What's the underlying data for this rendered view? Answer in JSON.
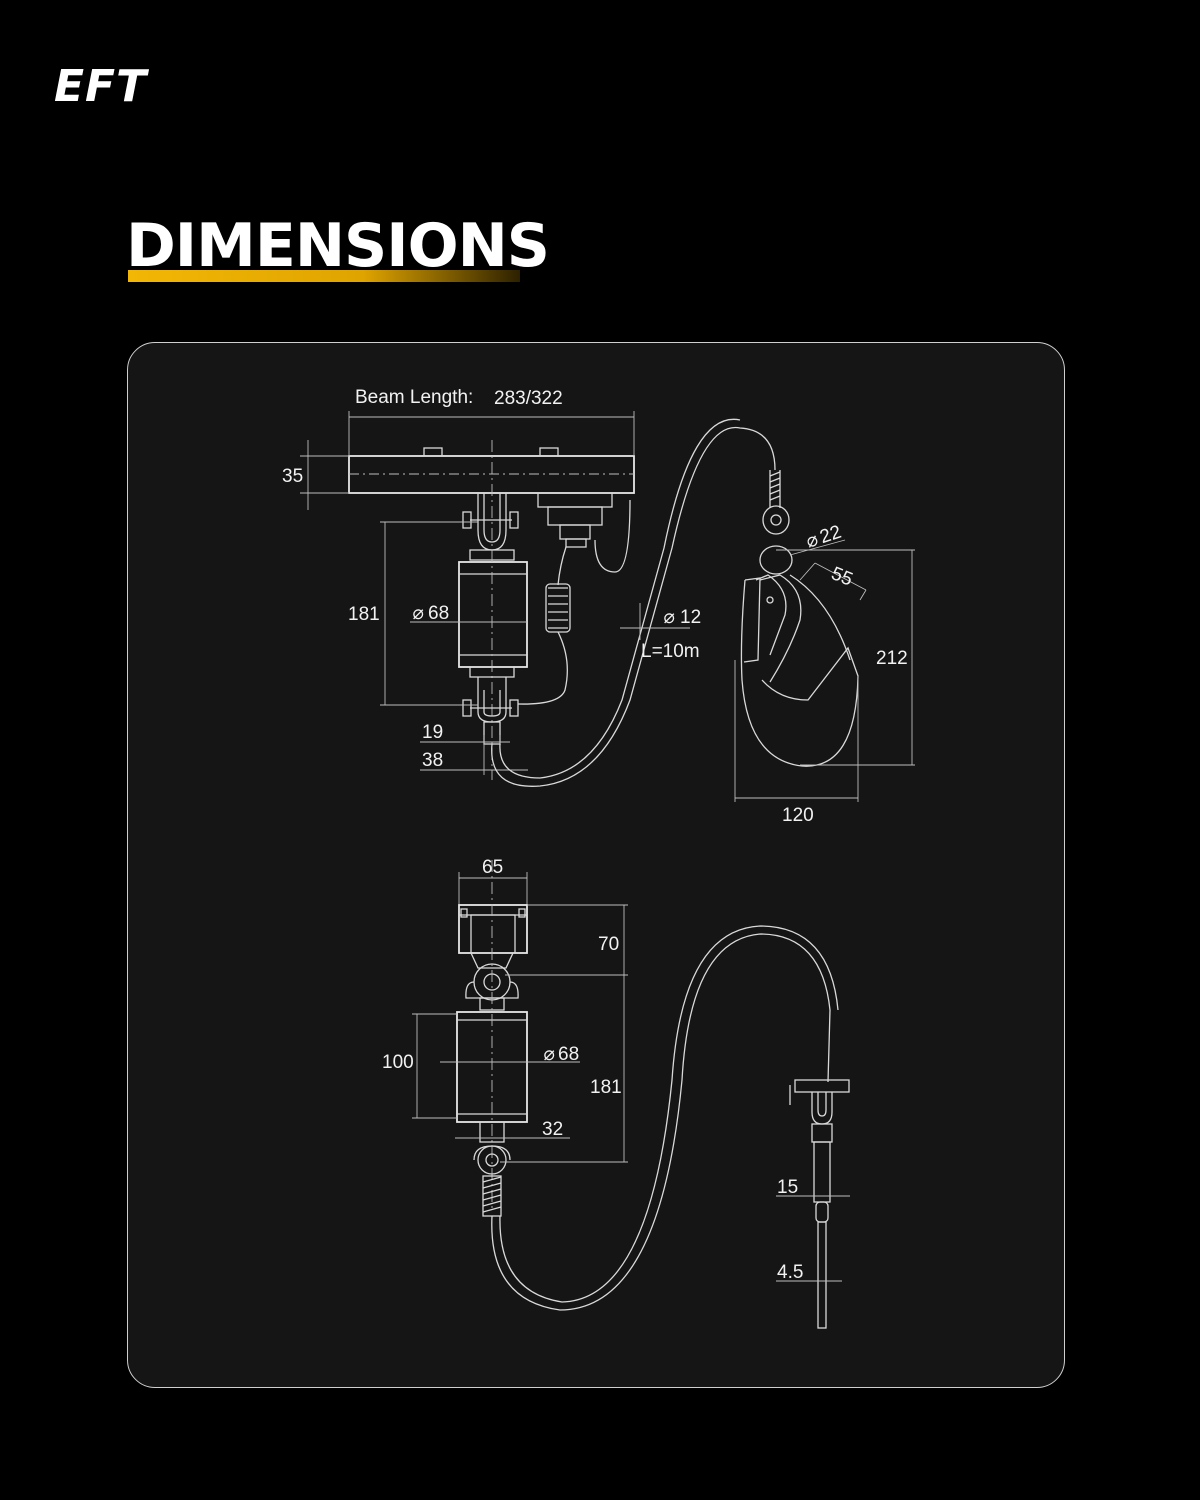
{
  "brand": {
    "logo_text": "EFT"
  },
  "page": {
    "title": "DIMENSIONS",
    "accent_color": "#f2b705",
    "background": "#000000",
    "panel_background": "#151515"
  },
  "top_view": {
    "beam_length_label": "Beam Length:",
    "beam_length_value": "283/322",
    "beam_height": "35",
    "body_height": "181",
    "body_diameter": "68",
    "cable_diameter": "12",
    "cable_length": "L=10m",
    "dim_19": "19",
    "dim_38": "38",
    "hook_ring_diameter": "22",
    "hook_gate": "55",
    "hook_height": "212",
    "hook_width": "120",
    "diameter_symbol": "⌀"
  },
  "bottom_view": {
    "top_width": "65",
    "top_height": "70",
    "body_height": "100",
    "body_diameter": "68",
    "total_height": "181",
    "dim_32": "32",
    "strap_width": "15",
    "strap_thickness": "4.5",
    "diameter_symbol": "⌀"
  }
}
